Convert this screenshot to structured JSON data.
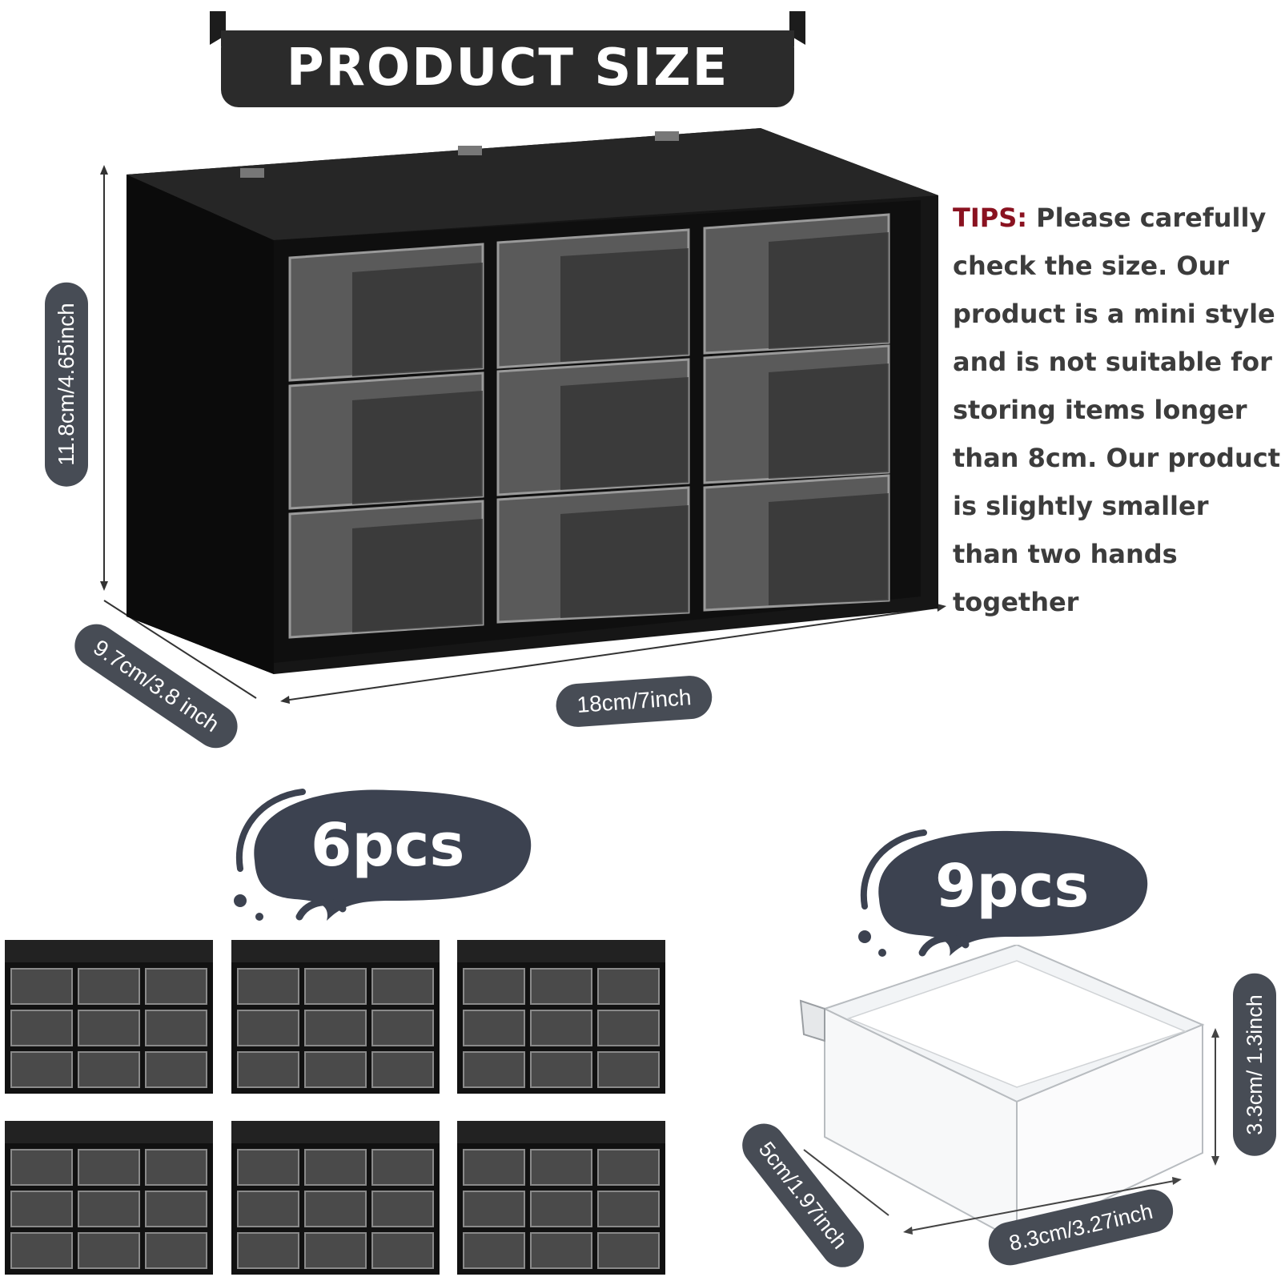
{
  "header": {
    "title": "PRODUCT SIZE"
  },
  "dimensions": {
    "cabinet_height": "11.8cm/4.65inch",
    "cabinet_depth": "9.7cm/3.8 inch",
    "cabinet_width": "18cm/7inch",
    "bin_height": "3.3cm/ 1.3inch",
    "bin_depth": "5cm/1.97inch",
    "bin_width": "8.3cm/3.27inch"
  },
  "tips": {
    "label": "TIPS:",
    "text": " Please carefully check the size. Our product is a mini style and is not suitable for storing items longer than 8cm. Our product is slightly smaller than two hands together"
  },
  "badges": {
    "cabinets": "6pcs",
    "drawers": "9pcs"
  },
  "colors": {
    "pill": "#474c55",
    "tips_label": "#8a1220",
    "cabinet": "#141414"
  }
}
